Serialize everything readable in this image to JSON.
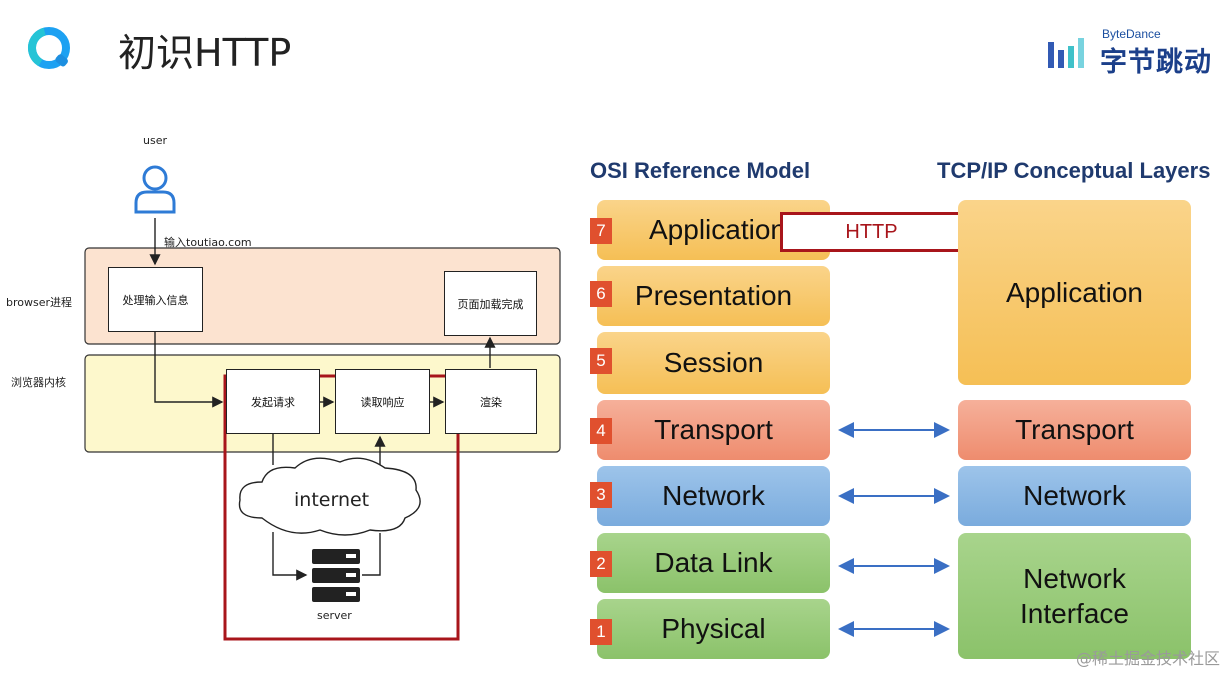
{
  "header": {
    "title": "初识HTTP",
    "brand_en": "ByteDance",
    "brand_cn": "字节跳动"
  },
  "flow": {
    "user_label": "user",
    "input_label": "输入toutiao.com",
    "browser_process_label": "browser进程",
    "kernel_label": "浏览器内核",
    "box_process_input": "处理输入信息",
    "box_page_loaded": "页面加载完成",
    "box_send_request": "发起请求",
    "box_read_response": "读取响应",
    "box_render": "渲染",
    "internet_label": "internet",
    "server_label": "server"
  },
  "osi": {
    "heading": "OSI Reference Model",
    "layers": [
      {
        "num": "7",
        "name": "Application"
      },
      {
        "num": "6",
        "name": "Presentation"
      },
      {
        "num": "5",
        "name": "Session"
      },
      {
        "num": "4",
        "name": "Transport"
      },
      {
        "num": "3",
        "name": "Network"
      },
      {
        "num": "2",
        "name": "Data Link"
      },
      {
        "num": "1",
        "name": "Physical"
      }
    ],
    "http_label": "HTTP"
  },
  "tcpip": {
    "heading": "TCP/IP Conceptual Layers",
    "layers": [
      {
        "name": "Application"
      },
      {
        "name": "Transport"
      },
      {
        "name": "Network"
      },
      {
        "name": "Network Interface"
      }
    ]
  },
  "colors": {
    "orange": "#f5bf55",
    "salmon": "#ee8c6e",
    "blue": "#7aabdd",
    "green": "#8bc26a",
    "highlight_red": "#a8151b",
    "badge_red": "#e0502e",
    "arrow_blue": "#3a6fc4"
  },
  "watermark": "@稀土掘金技术社区"
}
